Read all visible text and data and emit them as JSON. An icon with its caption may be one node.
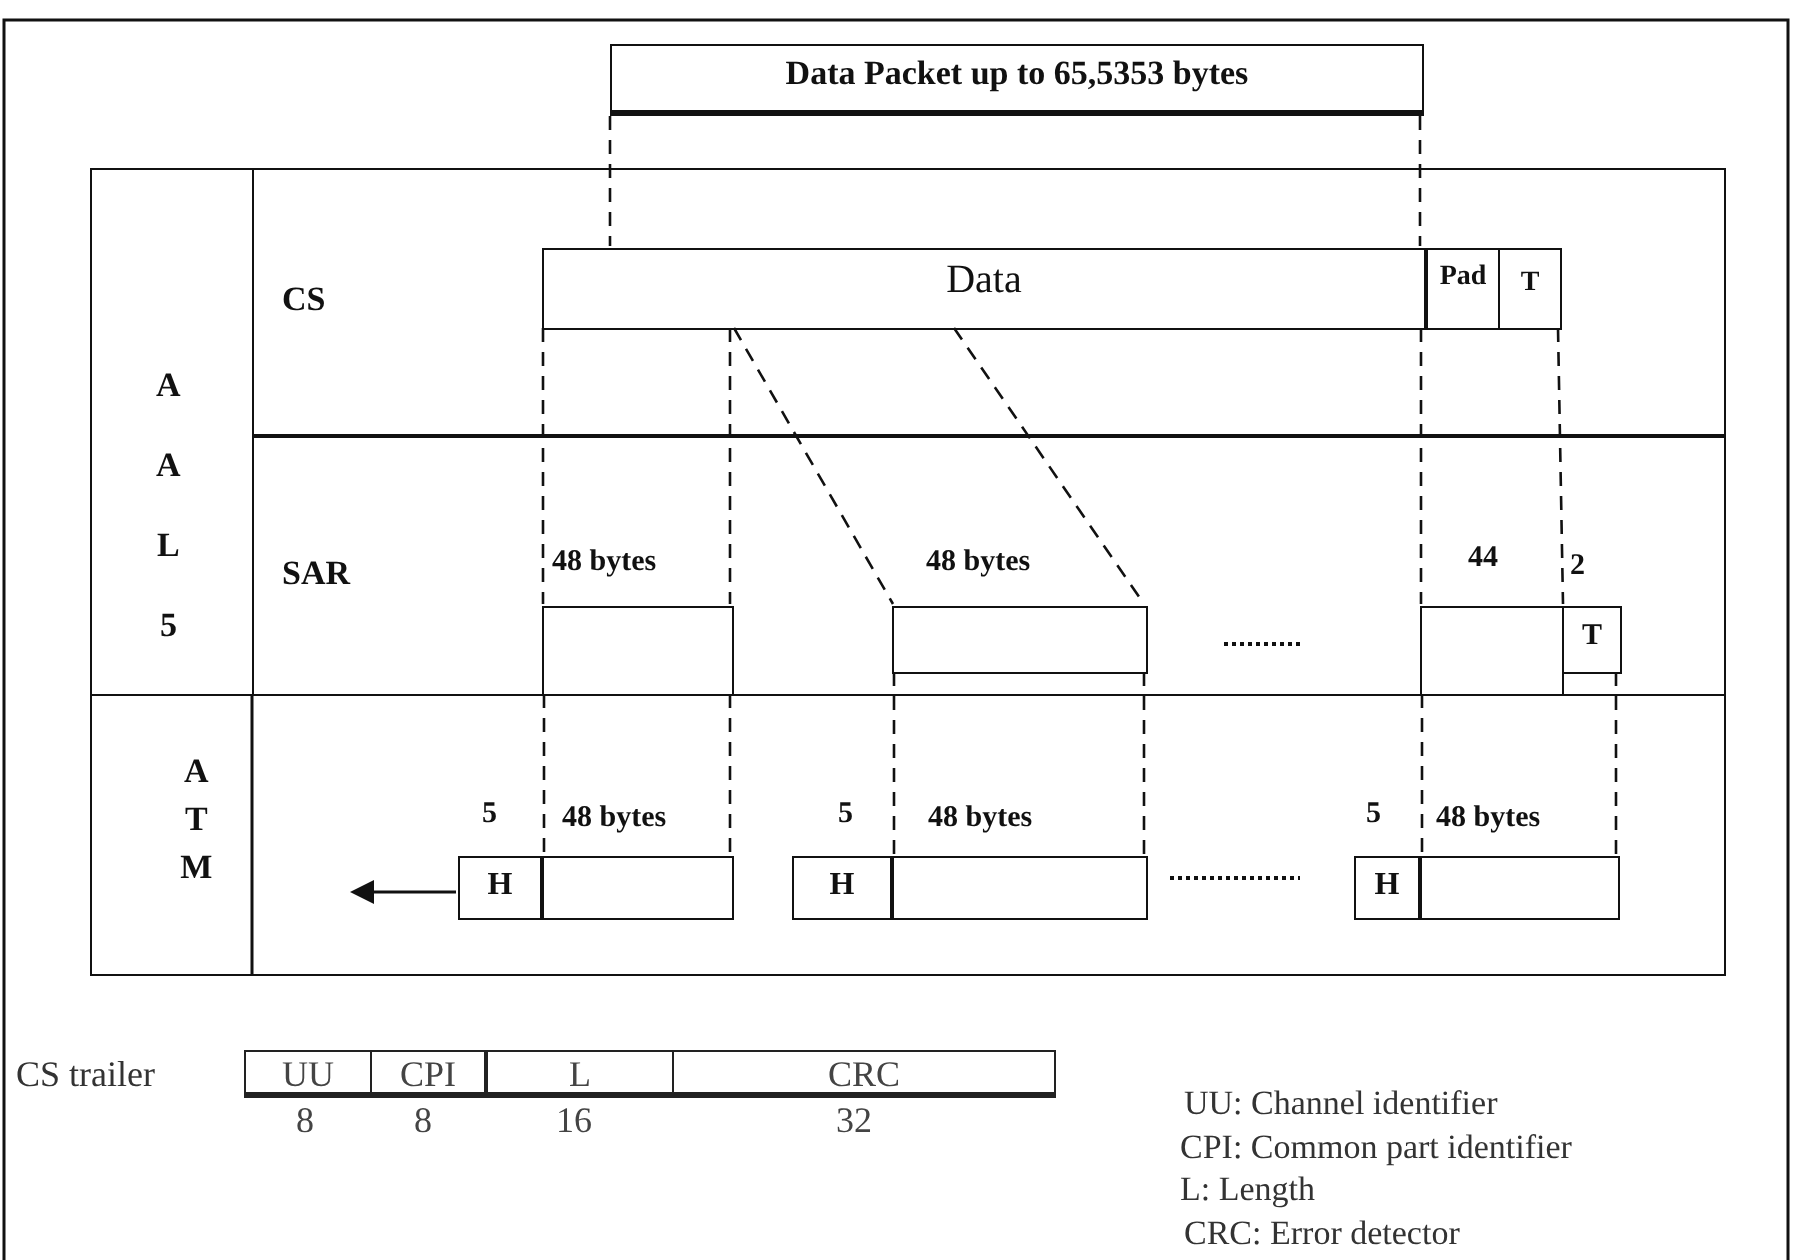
{
  "diagram": {
    "nodes": [
      {
        "text": [
          "Data Packet up to 65,5353 bytes"
        ]
      },
      {
        "text": [
          "A A L 5"
        ]
      },
      {
        "text": [
          "CS"
        ]
      },
      {
        "text": [
          "SAR"
        ]
      },
      {
        "text": [
          "A T M"
        ]
      },
      {
        "text": [
          "Data"
        ],
        "in": 2
      },
      {
        "text": [
          "Pad"
        ],
        "in": 2
      },
      {
        "text": [
          "T"
        ],
        "in": 2
      },
      {
        "text": [],
        "shape": "box",
        "in": 3,
        "beside": [
          "48 bytes"
        ]
      },
      {
        "text": [],
        "shape": "box",
        "in": 3,
        "beside": [
          "48 bytes"
        ]
      },
      {
        "text": [],
        "shape": "box",
        "in": 3,
        "beside": [
          "44"
        ]
      },
      {
        "text": [
          "T"
        ],
        "in": 3,
        "beside": [
          "2"
        ]
      },
      {
        "text": [
          "H"
        ],
        "in": 4,
        "beside": [
          "5"
        ]
      },
      {
        "text": [],
        "shape": "box",
        "in": 4,
        "beside": [
          "48 bytes"
        ]
      },
      {
        "text": [
          "H"
        ],
        "in": 4,
        "beside": [
          "5"
        ]
      },
      {
        "text": [],
        "shape": "box",
        "in": 4,
        "beside": [
          "48 bytes"
        ]
      },
      {
        "text": [
          "H"
        ],
        "in": 4,
        "beside": [
          "5"
        ]
      },
      {
        "text": [],
        "shape": "box",
        "in": 4,
        "beside": [
          "48 bytes"
        ]
      },
      {
        "text": [
          "UU"
        ],
        "beside": [
          "8"
        ]
      },
      {
        "text": [
          "CPI"
        ],
        "beside": [
          "8"
        ]
      },
      {
        "text": [
          "L"
        ],
        "beside": [
          "16"
        ]
      },
      {
        "text": [
          "CRC"
        ],
        "beside": [
          "32"
        ]
      }
    ],
    "edges": [
      {
        "from": 0,
        "to": 5,
        "arrow": "none",
        "style": "dashed"
      },
      {
        "from": 0,
        "to": 5,
        "arrow": "none",
        "style": "dashed"
      },
      {
        "from": 5,
        "to": 8,
        "arrow": "none",
        "style": "dashed"
      },
      {
        "from": 5,
        "to": 8,
        "arrow": "none",
        "style": "dashed"
      },
      {
        "from": 5,
        "to": 9,
        "arrow": "none",
        "style": "dashed"
      },
      {
        "from": 5,
        "to": 9,
        "arrow": "none",
        "style": "dashed"
      },
      {
        "from": 5,
        "to": 10,
        "arrow": "none",
        "style": "dashed"
      },
      {
        "from": 7,
        "to": 11,
        "arrow": "none",
        "style": "dashed"
      },
      {
        "from": 8,
        "to": 13,
        "arrow": "none",
        "style": "dashed"
      },
      {
        "from": 8,
        "to": 13,
        "arrow": "none",
        "style": "dashed"
      },
      {
        "from": 9,
        "to": 15,
        "arrow": "none",
        "style": "dashed"
      },
      {
        "from": 9,
        "to": 15,
        "arrow": "none",
        "style": "dashed"
      },
      {
        "from": 10,
        "to": 17,
        "arrow": "none",
        "style": "dashed"
      },
      {
        "from": 11,
        "to": 17,
        "arrow": "none",
        "style": "dashed"
      }
    ],
    "labels": [
      "CS trailer",
      "UU: Channel identifier",
      "CPI: Common part identifier",
      "L: Length",
      "CRC: Error detector"
    ]
  }
}
